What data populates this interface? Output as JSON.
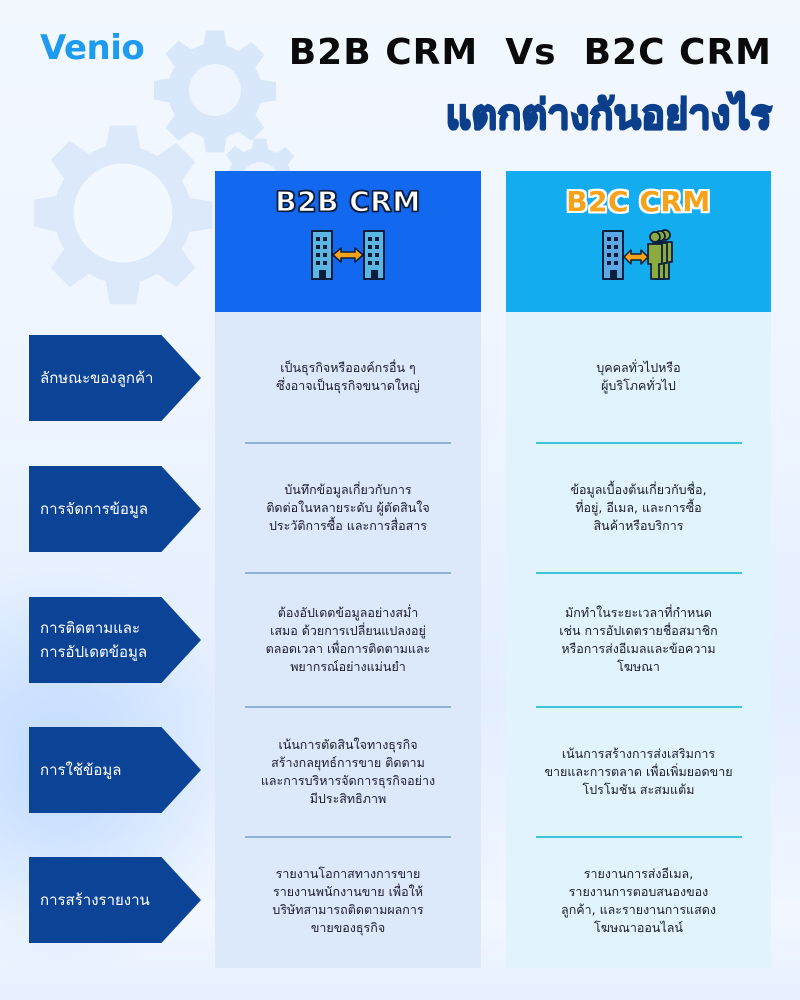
{
  "brand": {
    "logo_text": "Venio",
    "logo_color": "#1e9bf0"
  },
  "header": {
    "title_line1": "B2B CRM  Vs  B2C CRM",
    "title_line2": "แตกต่างกันอย่างไร"
  },
  "colors": {
    "b2b_header": "#1368f0",
    "b2c_header": "#12acef",
    "b2b_body": "#dce9fb",
    "b2c_body": "#e1f4fd",
    "row_label_bg": "#0b4396",
    "b2c_title": "#f6a21a"
  },
  "columns": [
    {
      "title": "B2B CRM",
      "icon": "building-to-building-icon"
    },
    {
      "title": "B2C CRM",
      "icon": "building-to-people-icon"
    }
  ],
  "rows": [
    {
      "label": "ลักษณะของลูกค้า",
      "b2b": "เป็นธุรกิจหรือองค์กรอื่น ๆ\nซึ่งอาจเป็นธุรกิจขนาดใหญ่",
      "b2c": "บุคคลทั่วไปหรือ\nผู้บริโภคทั่วไป"
    },
    {
      "label": "การจัดการข้อมูล",
      "b2b": "บันทึกข้อมูลเกี่ยวกับการ\nติดต่อในหลายระดับ ผู้ตัดสินใจ\nประวัติการซื้อ และการสื่อสาร",
      "b2c": "ข้อมูลเบื้องต้นเกี่ยวกับชื่อ,\nที่อยู่, อีเมล, และการซื้อ\nสินค้าหรือบริการ"
    },
    {
      "label": "การติดตามและ\nการอัปเดตข้อมูล",
      "b2b": "ต้องอัปเดตข้อมูลอย่างสม่ำ\nเสมอ ด้วยการเปลี่ยนแปลงอยู่\nตลอดเวลา เพื่อการติดตามและ\nพยากรณ์อย่างแม่นยำ",
      "b2c": "มักทำในระยะเวลาที่กำหนด\nเช่น การอัปเดตรายชื่อสมาชิก\nหรือการส่งอีเมลและข้อความ\nโฆษณา"
    },
    {
      "label": "การใช้ข้อมูล",
      "b2b": "เน้นการตัดสินใจทางธุรกิจ\nสร้างกลยุทธ์การขาย ติดตาม\nและการบริหารจัดการธุรกิจอย่าง\nมีประสิทธิภาพ",
      "b2c": "เน้นการสร้างการส่งเสริมการ\nขายและการตลาด เพื่อเพิ่มยอดขาย\nโปรโมชัน สะสมแต้ม"
    },
    {
      "label": "การสร้างรายงาน",
      "b2b": "รายงานโอกาสทางการขาย\nรายงานพนักงานขาย เพื่อให้\nบริษัทสามารถติดตามผลการ\nขายของธุรกิจ",
      "b2c": "รายงานการส่งอีเมล,\nรายงานการตอบสนองของ\nลูกค้า, และรายงานการแสดง\nโฆษณาออนไลน์"
    }
  ]
}
